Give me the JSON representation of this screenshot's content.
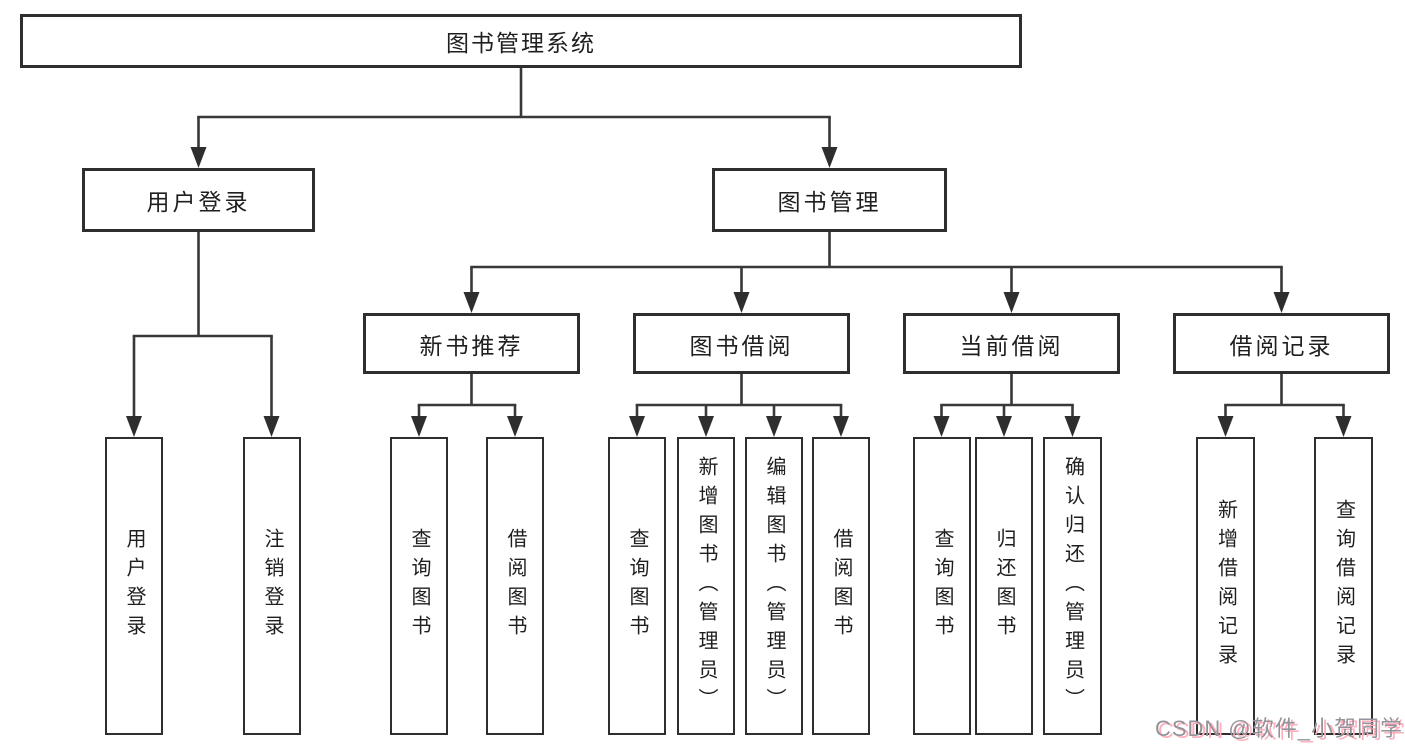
{
  "diagram": {
    "root_label": "图书管理系统",
    "level2": [
      {
        "id": "user-login",
        "label": "用户登录"
      },
      {
        "id": "book-management",
        "label": "图书管理"
      }
    ],
    "level3": [
      {
        "id": "new-book-recommend",
        "label": "新书推荐"
      },
      {
        "id": "book-borrow",
        "label": "图书借阅"
      },
      {
        "id": "current-borrow",
        "label": "当前借阅"
      },
      {
        "id": "borrow-record",
        "label": "借阅记录"
      }
    ],
    "leaves": {
      "user_login": [
        "用户登录",
        "注销登录"
      ],
      "new_book_recommend": [
        "查询图书",
        "借阅图书"
      ],
      "book_borrow": [
        "查询图书",
        "新增图书（管理员）",
        "编辑图书（管理员）",
        "借阅图书"
      ],
      "current_borrow": [
        "查询图书",
        "归还图书",
        "确认归还（管理员）"
      ],
      "borrow_record": [
        "新增借阅记录",
        "查询借阅记录"
      ]
    }
  },
  "watermark": {
    "text": "CSDN @软件_小贺同学"
  },
  "colors": {
    "line": "#383838",
    "box_border": "#2e2e2e",
    "text": "#1f1f1f",
    "watermark_gray": "#93939b",
    "watermark_pink": "#ffaebb",
    "background": "#ffffff"
  }
}
